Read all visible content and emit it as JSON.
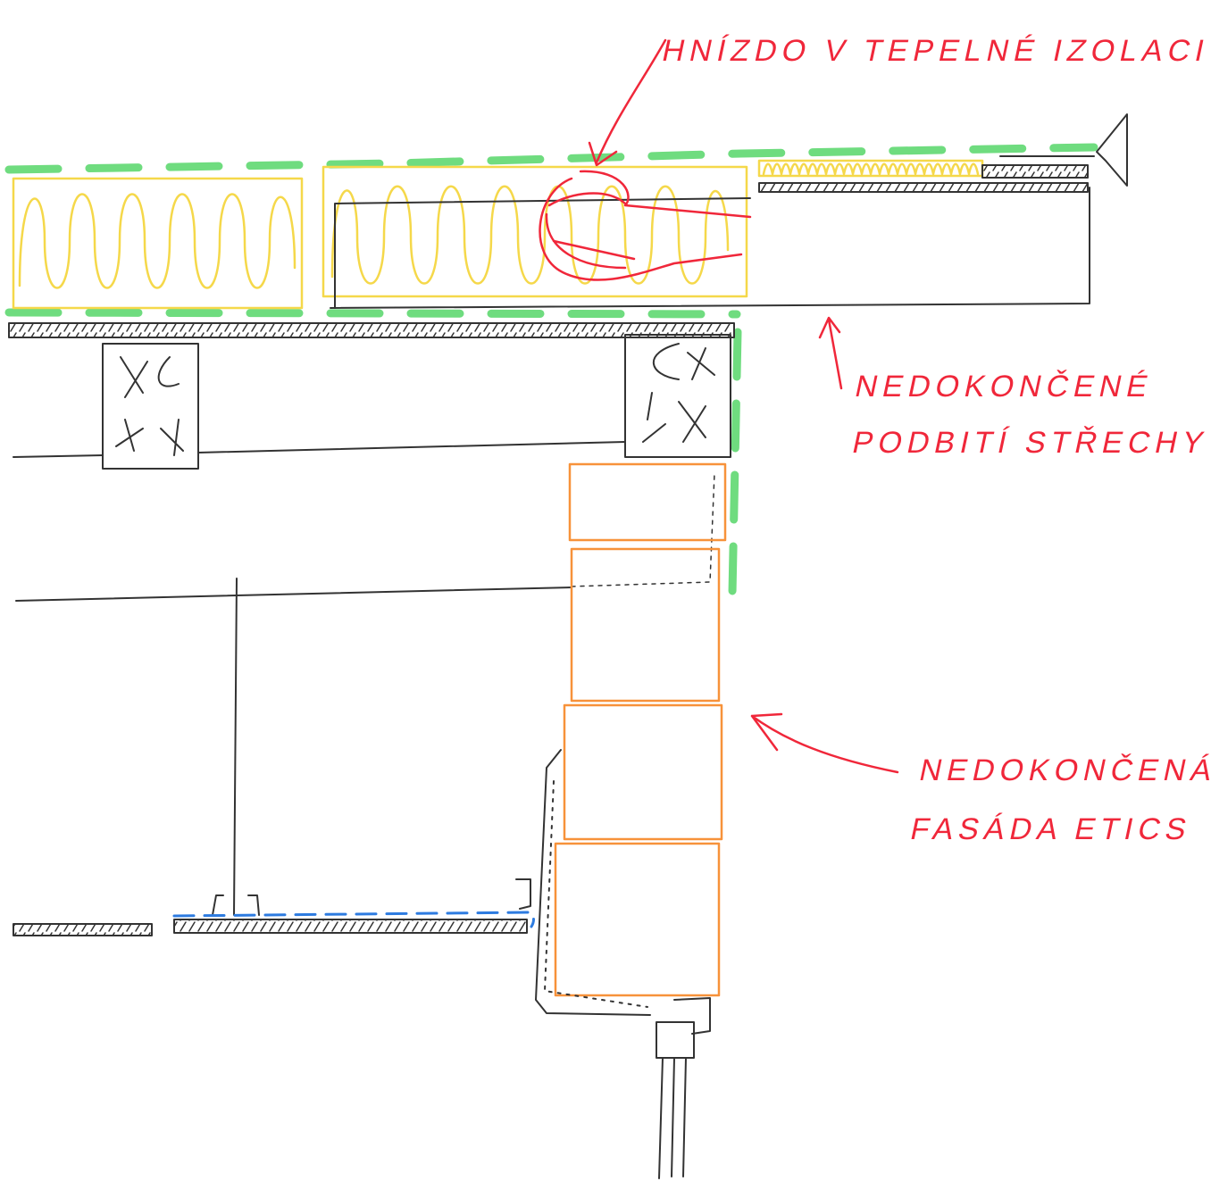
{
  "annotations": {
    "nest": "HNÍZDO V TEPELNÉ IZOLACI",
    "soffit_line1": "NEDOKONČENÉ",
    "soffit_line2": "PODBITÍ STŘECHY",
    "facade_line1": "NEDOKONČENÁ",
    "facade_line2": "FASÁDA ETICS"
  },
  "colors": {
    "annotation": "#f0273a",
    "membrane": "#6fdc7f",
    "insulation": "#f5d84a",
    "facade_insulation": "#f7923a",
    "waterproofing": "#2d7be0",
    "structure": "#333333"
  }
}
